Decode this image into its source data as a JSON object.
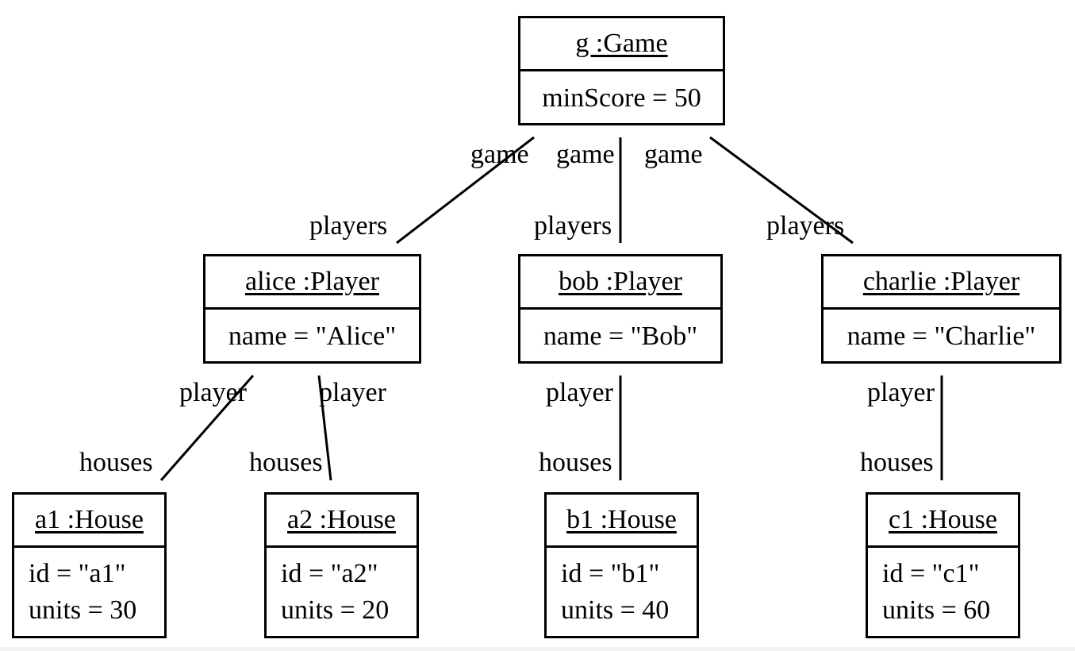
{
  "objects": {
    "game": {
      "title": "g :Game",
      "attrs": [
        "minScore = 50"
      ]
    },
    "alice": {
      "title": "alice :Player",
      "attrs": [
        "name = \"Alice\""
      ]
    },
    "bob": {
      "title": "bob :Player",
      "attrs": [
        "name = \"Bob\""
      ]
    },
    "charlie": {
      "title": "charlie :Player",
      "attrs": [
        "name = \"Charlie\""
      ]
    },
    "a1": {
      "title": "a1 :House",
      "attrs": [
        "id = \"a1\"",
        "units = 30"
      ]
    },
    "a2": {
      "title": "a2 :House",
      "attrs": [
        "id = \"a2\"",
        "units = 20"
      ]
    },
    "b1": {
      "title": "b1 :House",
      "attrs": [
        "id = \"b1\"",
        "units = 40"
      ]
    },
    "c1": {
      "title": "c1 :House",
      "attrs": [
        "id = \"c1\"",
        "units = 60"
      ]
    }
  },
  "links": {
    "game_alice": {
      "end_top": "game",
      "end_bottom": "players"
    },
    "game_bob": {
      "end_top": "game",
      "end_bottom": "players"
    },
    "game_charlie": {
      "end_top": "game",
      "end_bottom": "players"
    },
    "alice_a1": {
      "end_top": "player",
      "end_bottom": "houses"
    },
    "alice_a2": {
      "end_top": "player",
      "end_bottom": "houses"
    },
    "bob_b1": {
      "end_top": "player",
      "end_bottom": "houses"
    },
    "charlie_c1": {
      "end_top": "player",
      "end_bottom": "houses"
    }
  }
}
